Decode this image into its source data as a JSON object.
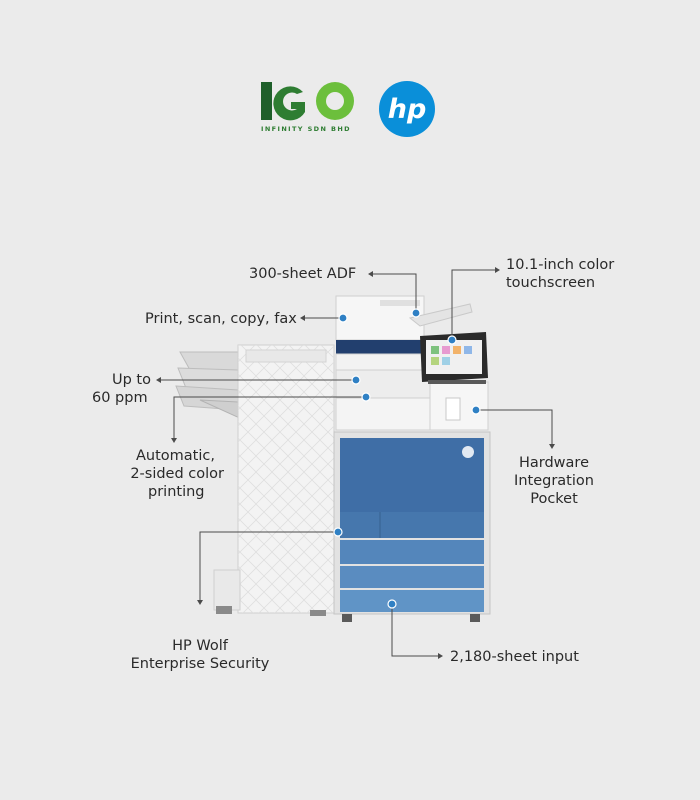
{
  "logos": {
    "igo_mark": "IGO",
    "igo_subtitle": "INFINITY SDN BHD",
    "hp_mark": "hp"
  },
  "callouts": {
    "adf": "300-sheet ADF",
    "touchscreen_line1": "10.1-inch color",
    "touchscreen_line2": "touchscreen",
    "functions": "Print, scan, copy, fax",
    "speed_line1": "Up to",
    "speed_line2": "60 ppm",
    "duplex_line1": "Automatic,",
    "duplex_line2": "2-sided color",
    "duplex_line3": "printing",
    "hip_line1": "Hardware",
    "hip_line2": "Integration",
    "hip_line3": "Pocket",
    "security_line1": "HP Wolf",
    "security_line2": "Enterprise Security",
    "input": "2,180-sheet input"
  },
  "colors": {
    "background": "#ebebeb",
    "igo_green": "#2e7d32",
    "hp_blue": "#0a8fd9",
    "drawer_blue": "#4f7fb0",
    "dot_blue": "#2f80c4"
  }
}
